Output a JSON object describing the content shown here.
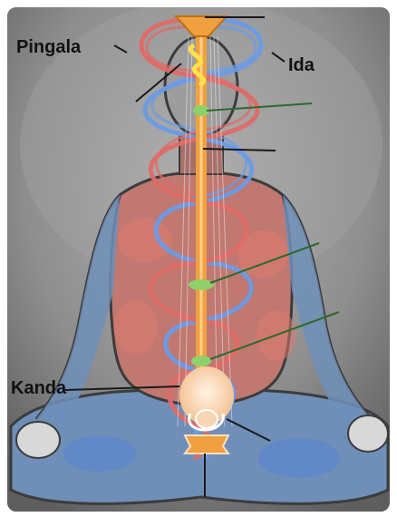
{
  "labels": {
    "pingala": "Pingala",
    "ida": "Ida",
    "kanda": "Kanda"
  },
  "colors": {
    "pingala_channel": "#e06a66",
    "ida_channel": "#6a9be6",
    "sushumna": "#f0a040",
    "chakra": "#8ed16a",
    "kanda": "#f6c9a0",
    "pointer_line": "#1a1a1a",
    "green_pointer": "#2d6a2d"
  }
}
